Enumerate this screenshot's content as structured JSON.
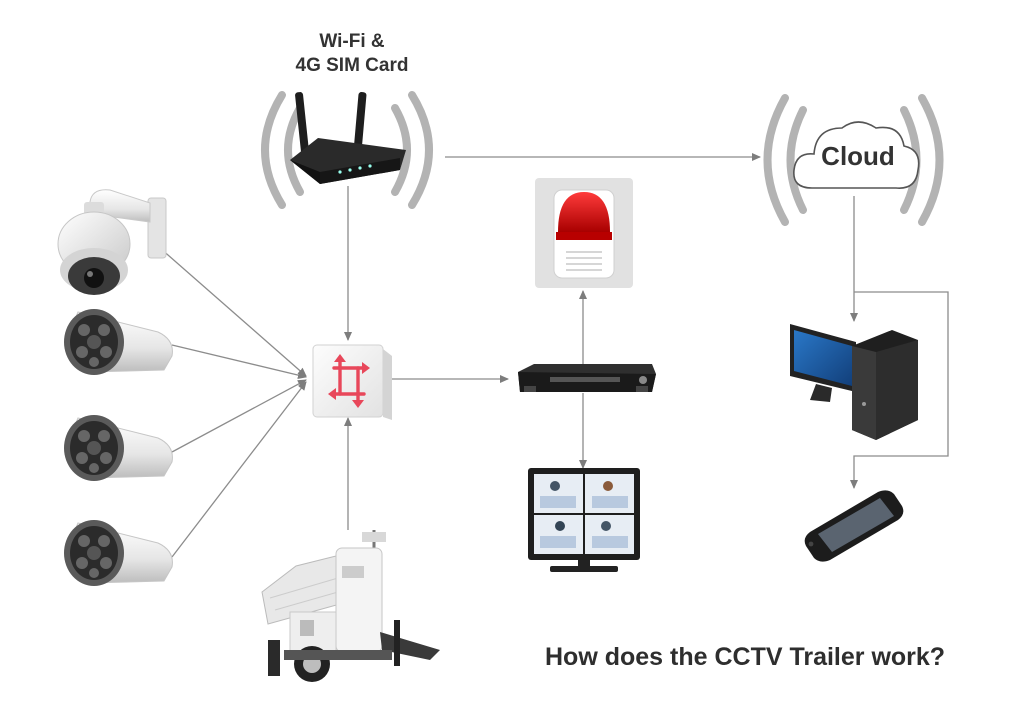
{
  "router": {
    "label_line1": "Wi-Fi &",
    "label_line2": "4G SIM Card"
  },
  "cloud": {
    "label": "Cloud"
  },
  "caption": "How does the CCTV Trailer work?",
  "colors": {
    "line": "#8c8c8c",
    "signal": "#b3b3b3",
    "hub": "#e8475a",
    "alarm": "#cc1111",
    "monitor_screen": "#1f5fa8"
  },
  "icons": [
    "ptz-camera-icon",
    "bullet-camera-icon",
    "router-icon",
    "signal-waves-icon",
    "cloud-icon",
    "switch-hub-icon",
    "nvr-icon",
    "alarm-siren-icon",
    "monitor-icon",
    "desktop-computer-icon",
    "smartphone-icon",
    "cctv-trailer-icon"
  ]
}
